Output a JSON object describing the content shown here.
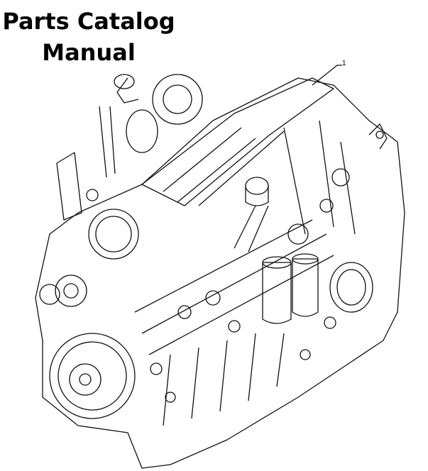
{
  "title": {
    "line1": "Parts Catalog",
    "line2": "Manual"
  },
  "illustration": {
    "callout_number": "1"
  }
}
